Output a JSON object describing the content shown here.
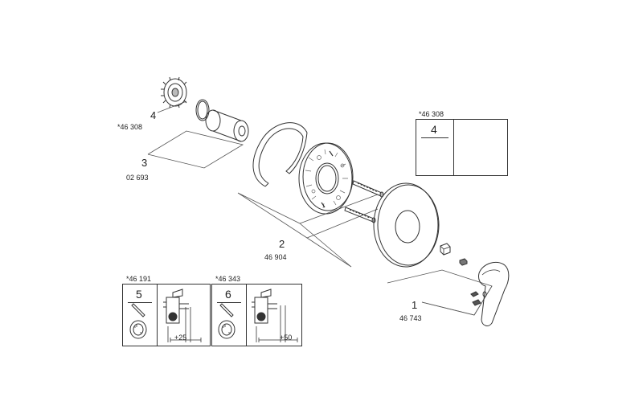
{
  "parts": [
    {
      "position": "4",
      "code": "*46 308"
    },
    {
      "position": "3",
      "code": "02 693"
    },
    {
      "position": "2",
      "code": "46 904"
    },
    {
      "position": "1",
      "code": "46 743"
    }
  ],
  "callouts": [
    {
      "code": "*46 308",
      "position": "4"
    },
    {
      "code": "*46 191",
      "position": "5",
      "dimension": "+25"
    },
    {
      "code": "*46 343",
      "position": "6",
      "dimension": "+50"
    }
  ],
  "colors": {
    "line": "#333333",
    "shade": "#bbbbbb",
    "dark": "#555555"
  }
}
